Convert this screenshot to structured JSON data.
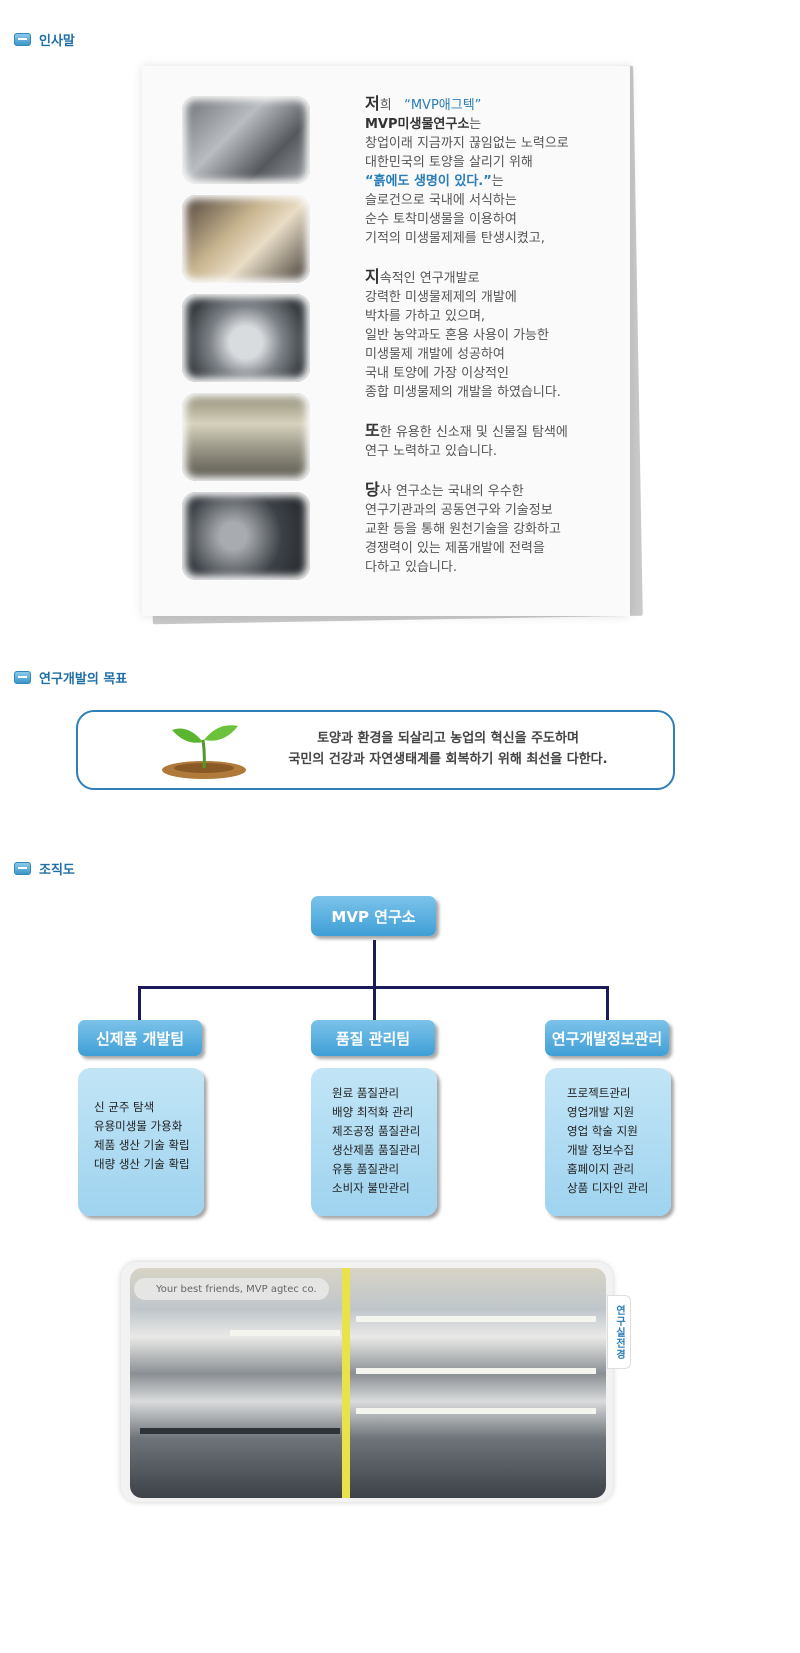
{
  "sections": {
    "greeting_title": "인사말",
    "goal_title": "연구개발의 목표",
    "org_title": "조직도"
  },
  "greeting": {
    "p1_lead": "저",
    "p1_lead_rest": "희",
    "company_quote": "“MVP애그텍”",
    "institute": "MVP미생물연구소",
    "institute_suffix": "는",
    "p1_lines": [
      "창업이래 지금까지 끊임없는 노력으로",
      "대한민국의 토양을 살리기 위해"
    ],
    "slogan": "“흙에도 생명이 있다.”",
    "slogan_suffix": "는",
    "p1_lines_after": [
      "슬로건으로 국내에 서식하는",
      "순수 토착미생물을 이용하여",
      "기적의 미생물제제를 탄생시켰고,"
    ],
    "p2_lead": "지",
    "p2_first": "속적인 연구개발로",
    "p2_lines": [
      "강력한 미생물제제의 개발에",
      "박차를 가하고 있으며,",
      "일반 농약과도 혼용 사용이 가능한",
      "미생물제 개발에 성공하여",
      "국내 토양에 가장 이상적인",
      "종합 미생물제의 개발을 하였습니다."
    ],
    "p3_lead": "또",
    "p3_first": "한 유용한 신소재 및 신물질 탐색에",
    "p3_lines": [
      "연구 노력하고 있습니다."
    ],
    "p4_lead": "당",
    "p4_first": "사 연구소는 국내의 우수한",
    "p4_lines": [
      "연구기관과의 공동연구와 기술정보",
      "교환 등을 통해 원천기술을 강화하고",
      "경쟁력이 있는 제품개발에 전력을",
      "다하고 있습니다."
    ]
  },
  "goal": {
    "line1": "토양과 환경을 되살리고  농업의 혁신을 주도하며",
    "line2": "국민의 건강과 자연생태계를 회복하기 위해 최선을 다한다."
  },
  "org": {
    "top": "MVP 연구소",
    "teams": [
      {
        "name": "신제품 개발팀",
        "items": [
          "신 균주 탐색",
          "유용미생물 가용화",
          "제품 생산 기술 확립",
          "대량 생산 기술 확립"
        ]
      },
      {
        "name": "품질 관리팀",
        "items": [
          "원료 품질관리",
          "배양 최적화 관리",
          "제조공정 품질관리",
          "생산제품 품질관리",
          "유통 품질관리",
          "소비자 불만관리"
        ]
      },
      {
        "name": "연구개발정보관리",
        "items": [
          "프로젝트관리",
          "영업개발 지원",
          "영업 학술 지원",
          "개발 정보수집",
          "홈페이지 관리",
          "상품 디자인 관리"
        ]
      }
    ]
  },
  "lab": {
    "caption": "Your best friends, MVP agtec co.",
    "tab_label": "연구실전경"
  },
  "colors": {
    "accent_blue": "#2a7db8",
    "org_blue": "#3f9fd6",
    "org_box": "#a8d8f1",
    "connector": "#1b1b5a"
  }
}
